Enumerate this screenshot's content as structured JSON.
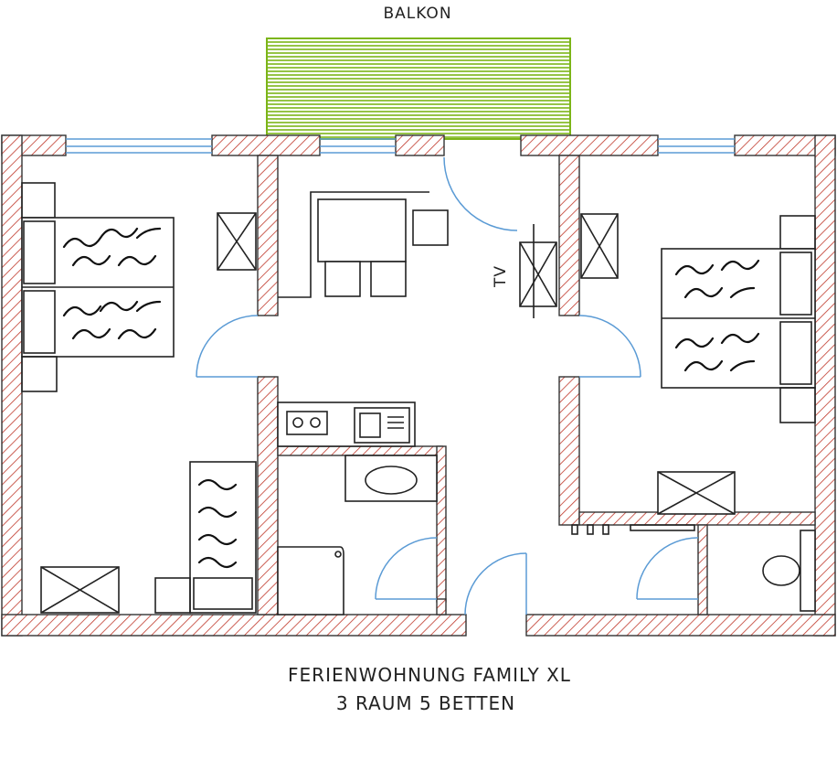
{
  "labels": {
    "balcony": "BALKON",
    "tv": "TV",
    "title_line1": "FERIENWOHNUNG FAMILY XL",
    "title_line2": "3 RAUM  5 BETTEN"
  },
  "colors": {
    "wall_hatch": "#c0392b",
    "balcony": "#7cb518",
    "door_window": "#5b9bd5",
    "line": "#222222"
  }
}
